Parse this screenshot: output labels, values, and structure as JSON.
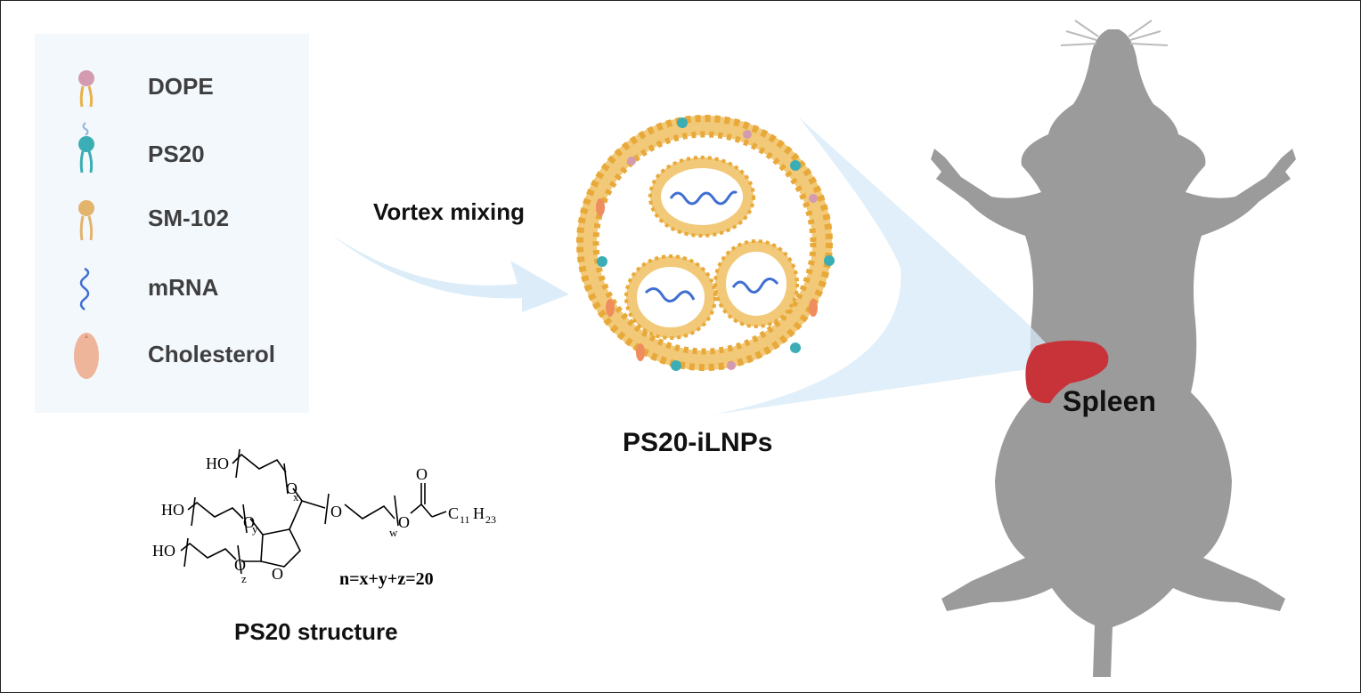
{
  "legend": {
    "items": [
      {
        "label": "DOPE",
        "icon": "dope-lipid-icon",
        "head_color": "#d49bb0",
        "tail_color": "#e8b14a"
      },
      {
        "label": "PS20",
        "icon": "ps20-lipid-icon",
        "head_color": "#3aaeb4",
        "tail_color": "#3aaeb4"
      },
      {
        "label": "SM-102",
        "icon": "sm102-lipid-icon",
        "head_color": "#e2b46c",
        "tail_color": "#e2b46c"
      },
      {
        "label": "mRNA",
        "icon": "mrna-strand-icon",
        "head_color": "#3f6fd1",
        "tail_color": "#3f6fd1"
      },
      {
        "label": "Cholesterol",
        "icon": "cholesterol-icon",
        "head_color": "#eeb59a",
        "tail_color": "#eeb59a"
      }
    ]
  },
  "process": {
    "label": "Vortex mixing"
  },
  "particle": {
    "label": "PS20-iLNPs"
  },
  "organ": {
    "label": "Spleen",
    "color": "#c8333a"
  },
  "structure": {
    "caption": "PS20 structure",
    "formula": "n=x+y+z=20",
    "ho_label": "HO",
    "o_label": "O",
    "x": "x",
    "y": "y",
    "z": "z",
    "w": "w",
    "acyl_c": "C",
    "acyl_c_sub": "11",
    "acyl_h": "H",
    "acyl_h_sub": "23"
  },
  "colors": {
    "mouse": "#9b9b9b",
    "legend_bg": "#f3f8fd",
    "arrow": "#dcedf9",
    "lipid_orange": "#e8a93a"
  }
}
